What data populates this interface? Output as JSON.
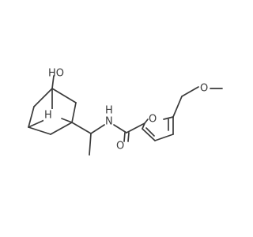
{
  "molecule": {
    "atoms": {
      "hydroxyl": "HO",
      "bridgehead_h": "H",
      "amide_n": "N",
      "amide_n_h": "H",
      "furan_o": "O",
      "carbonyl_o": "O",
      "ether_o": "O"
    },
    "colors": {
      "bond": "#3a3a3a",
      "label": "#3a3a3a",
      "background": "#ffffff"
    }
  }
}
